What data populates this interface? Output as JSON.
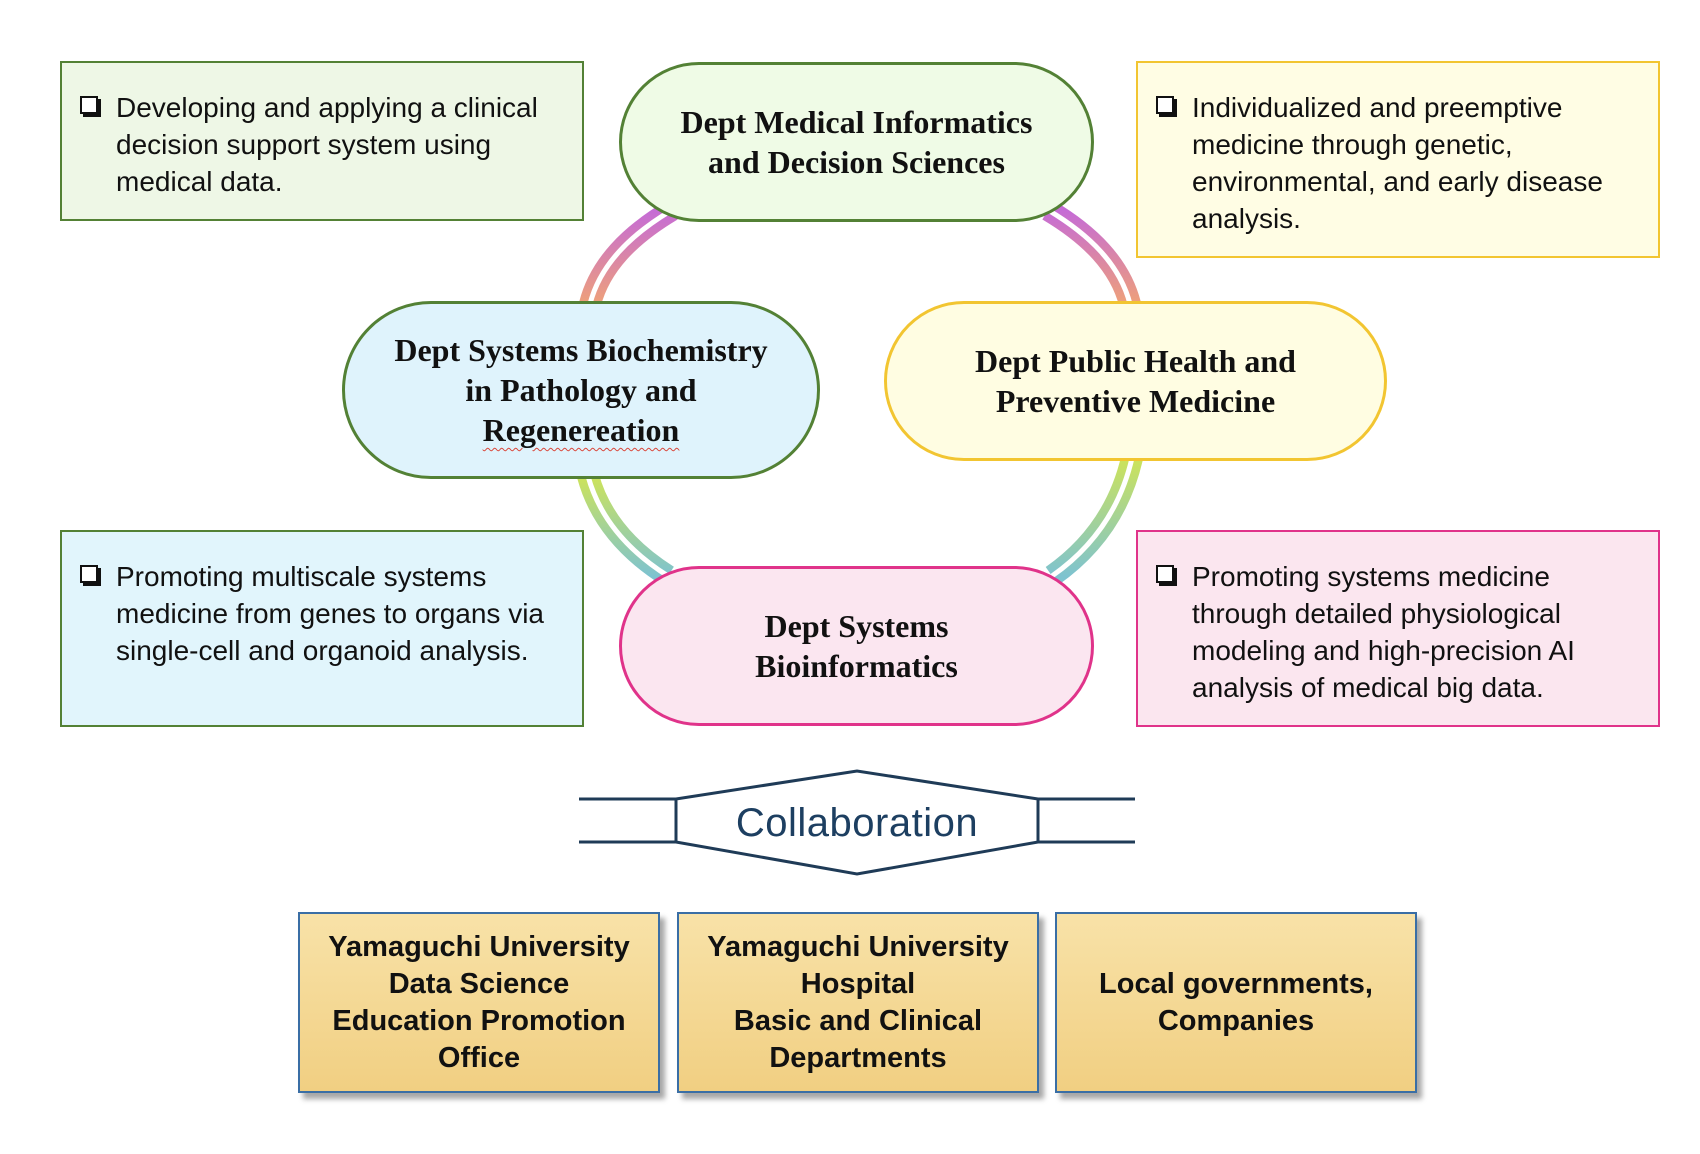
{
  "departments": {
    "medical_informatics": [
      "Dept Medical Informatics",
      "and Decision Sciences"
    ],
    "systems_biochemistry": [
      "Dept Systems Biochemistry",
      "in Pathology and",
      "Regenereation"
    ],
    "public_health": [
      "Dept Public Health and",
      "Preventive Medicine"
    ],
    "systems_bioinformatics": [
      "Dept Systems",
      "Bioinformatics"
    ]
  },
  "descriptions": {
    "medical_informatics": "Developing and applying a clinical decision support system using medical data.",
    "public_health": "Individualized and preemptive medicine through genetic, environmental, and early disease analysis.",
    "systems_biochemistry": "Promoting multiscale systems medicine from genes to organs via single-cell and organoid analysis.",
    "systems_bioinformatics": "Promoting systems medicine through detailed physiological modeling and high-precision AI analysis of medical big data."
  },
  "collaboration_label": "Collaboration",
  "organizations": [
    [
      "Yamaguchi University",
      "Data Science",
      "Education Promotion",
      "Office"
    ],
    [
      "Yamaguchi University",
      "Hospital",
      "Basic and Clinical",
      "Departments"
    ],
    [
      "Local governments,",
      "Companies"
    ]
  ],
  "colors": {
    "green_border": "#538135",
    "yellow_border": "#f2c531",
    "pink_border": "#e0338a",
    "collab_text": "#1d3f61",
    "org_border": "#3a6ea5"
  }
}
